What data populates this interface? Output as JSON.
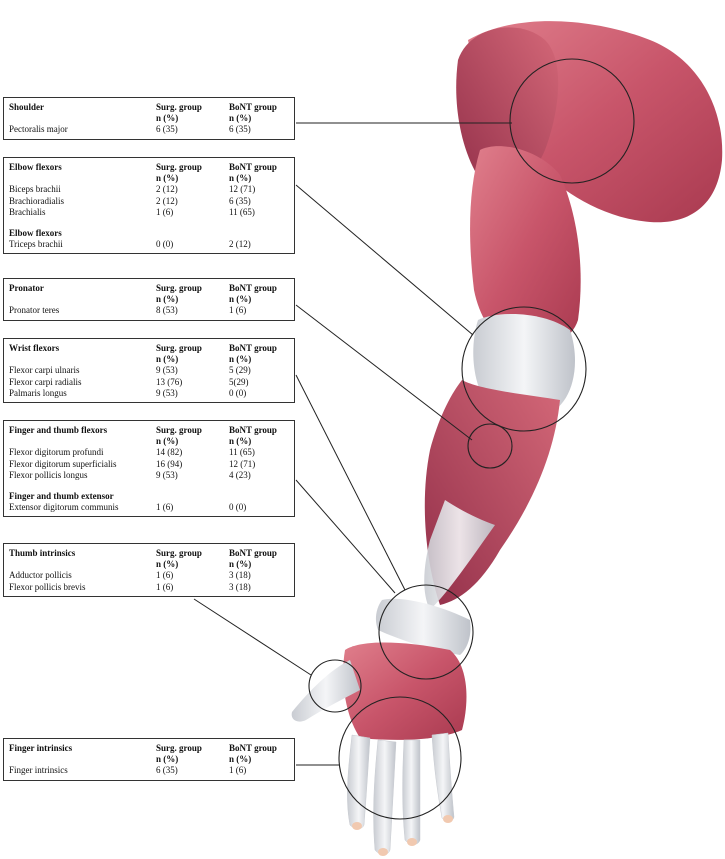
{
  "col_surg": "Surg. group",
  "col_bont": "BoNT group",
  "col_unit": "n (%)",
  "tables": {
    "shoulder": {
      "title": "Shoulder",
      "rows": [
        {
          "muscle": "Pectoralis major",
          "surg": "6 (35)",
          "bont": "6 (35)"
        }
      ]
    },
    "elbow": {
      "title": "Elbow flexors",
      "rows": [
        {
          "muscle": "Biceps brachii",
          "surg": "2 (12)",
          "bont": "12 (71)"
        },
        {
          "muscle": "Brachioradialis",
          "surg": "2 (12)",
          "bont": "6 (35)"
        },
        {
          "muscle": "Brachialis",
          "surg": "1 (6)",
          "bont": "11 (65)"
        }
      ],
      "subtitle": "Elbow flexors",
      "subrows": [
        {
          "muscle": "Triceps brachii",
          "surg": "0 (0)",
          "bont": "2 (12)"
        }
      ]
    },
    "pronator": {
      "title": "Pronator",
      "rows": [
        {
          "muscle": "Pronator teres",
          "surg": "8 (53)",
          "bont": "1 (6)"
        }
      ]
    },
    "wrist": {
      "title": "Wrist flexors",
      "rows": [
        {
          "muscle": "Flexor carpi ulnaris",
          "surg": "9 (53)",
          "bont": "5 (29)"
        },
        {
          "muscle": "Flexor carpi radialis",
          "surg": "13 (76)",
          "bont": "5(29)"
        },
        {
          "muscle": "Palmaris longus",
          "surg": "9 (53)",
          "bont": "0 (0)"
        }
      ]
    },
    "finger": {
      "title": "Finger and thumb flexors",
      "rows": [
        {
          "muscle": "Flexor digitorum profundi",
          "surg": "14 (82)",
          "bont": "11 (65)"
        },
        {
          "muscle": "Flexor digitorum superficialis",
          "surg": "16 (94)",
          "bont": "12 (71)"
        },
        {
          "muscle": "Flexor pollicis longus",
          "surg": "9 (53)",
          "bont": "4 (23)"
        }
      ],
      "subtitle": "Finger and thumb extensor",
      "subrows": [
        {
          "muscle": "Extensor digitorum communis",
          "surg": "1 (6)",
          "bont": "0 (0)"
        }
      ]
    },
    "thumb": {
      "title": "Thumb intrinsics",
      "rows": [
        {
          "muscle": "Adductor pollicis",
          "surg": "1 (6)",
          "bont": "3 (18)"
        },
        {
          "muscle": "Flexor pollicis brevis",
          "surg": "1 (6)",
          "bont": "3 (18)"
        }
      ]
    },
    "fingerint": {
      "title": "Finger intrinsics",
      "rows": [
        {
          "muscle": "Finger intrinsics",
          "surg": "6 (35)",
          "bont": "1 (6)"
        }
      ]
    }
  }
}
